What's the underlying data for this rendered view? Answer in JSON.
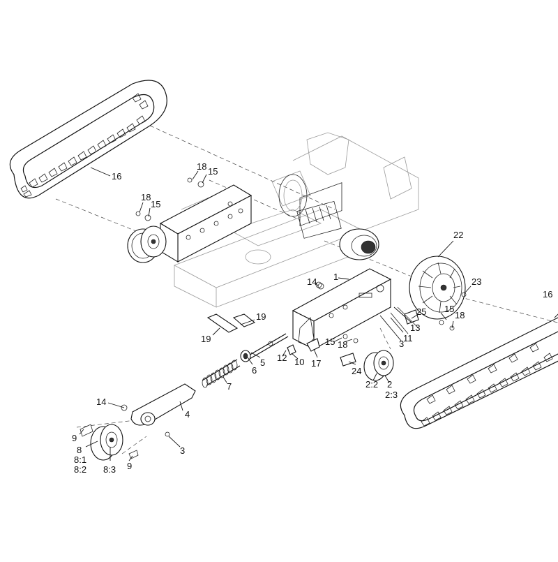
{
  "diagram": {
    "callouts": [
      {
        "text": "16"
      },
      {
        "text": "18"
      },
      {
        "text": "15"
      },
      {
        "text": "18"
      },
      {
        "text": "15"
      },
      {
        "text": "22"
      },
      {
        "text": "1"
      },
      {
        "text": "14"
      },
      {
        "text": "23"
      },
      {
        "text": "16"
      },
      {
        "text": "19"
      },
      {
        "text": "19"
      },
      {
        "text": "25"
      },
      {
        "text": "13"
      },
      {
        "text": "11"
      },
      {
        "text": "3"
      },
      {
        "text": "15"
      },
      {
        "text": "18"
      },
      {
        "text": "15"
      },
      {
        "text": "18"
      },
      {
        "text": "5"
      },
      {
        "text": "6"
      },
      {
        "text": "12"
      },
      {
        "text": "10"
      },
      {
        "text": "17"
      },
      {
        "text": "24"
      },
      {
        "text": "2:2"
      },
      {
        "text": "2"
      },
      {
        "text": "2:3"
      },
      {
        "text": "7"
      },
      {
        "text": "14"
      },
      {
        "text": "4"
      },
      {
        "text": "9"
      },
      {
        "text": "3"
      },
      {
        "text": "8"
      },
      {
        "text": "8:1"
      },
      {
        "text": "8:2"
      },
      {
        "text": "8:3"
      },
      {
        "text": "9"
      }
    ]
  }
}
